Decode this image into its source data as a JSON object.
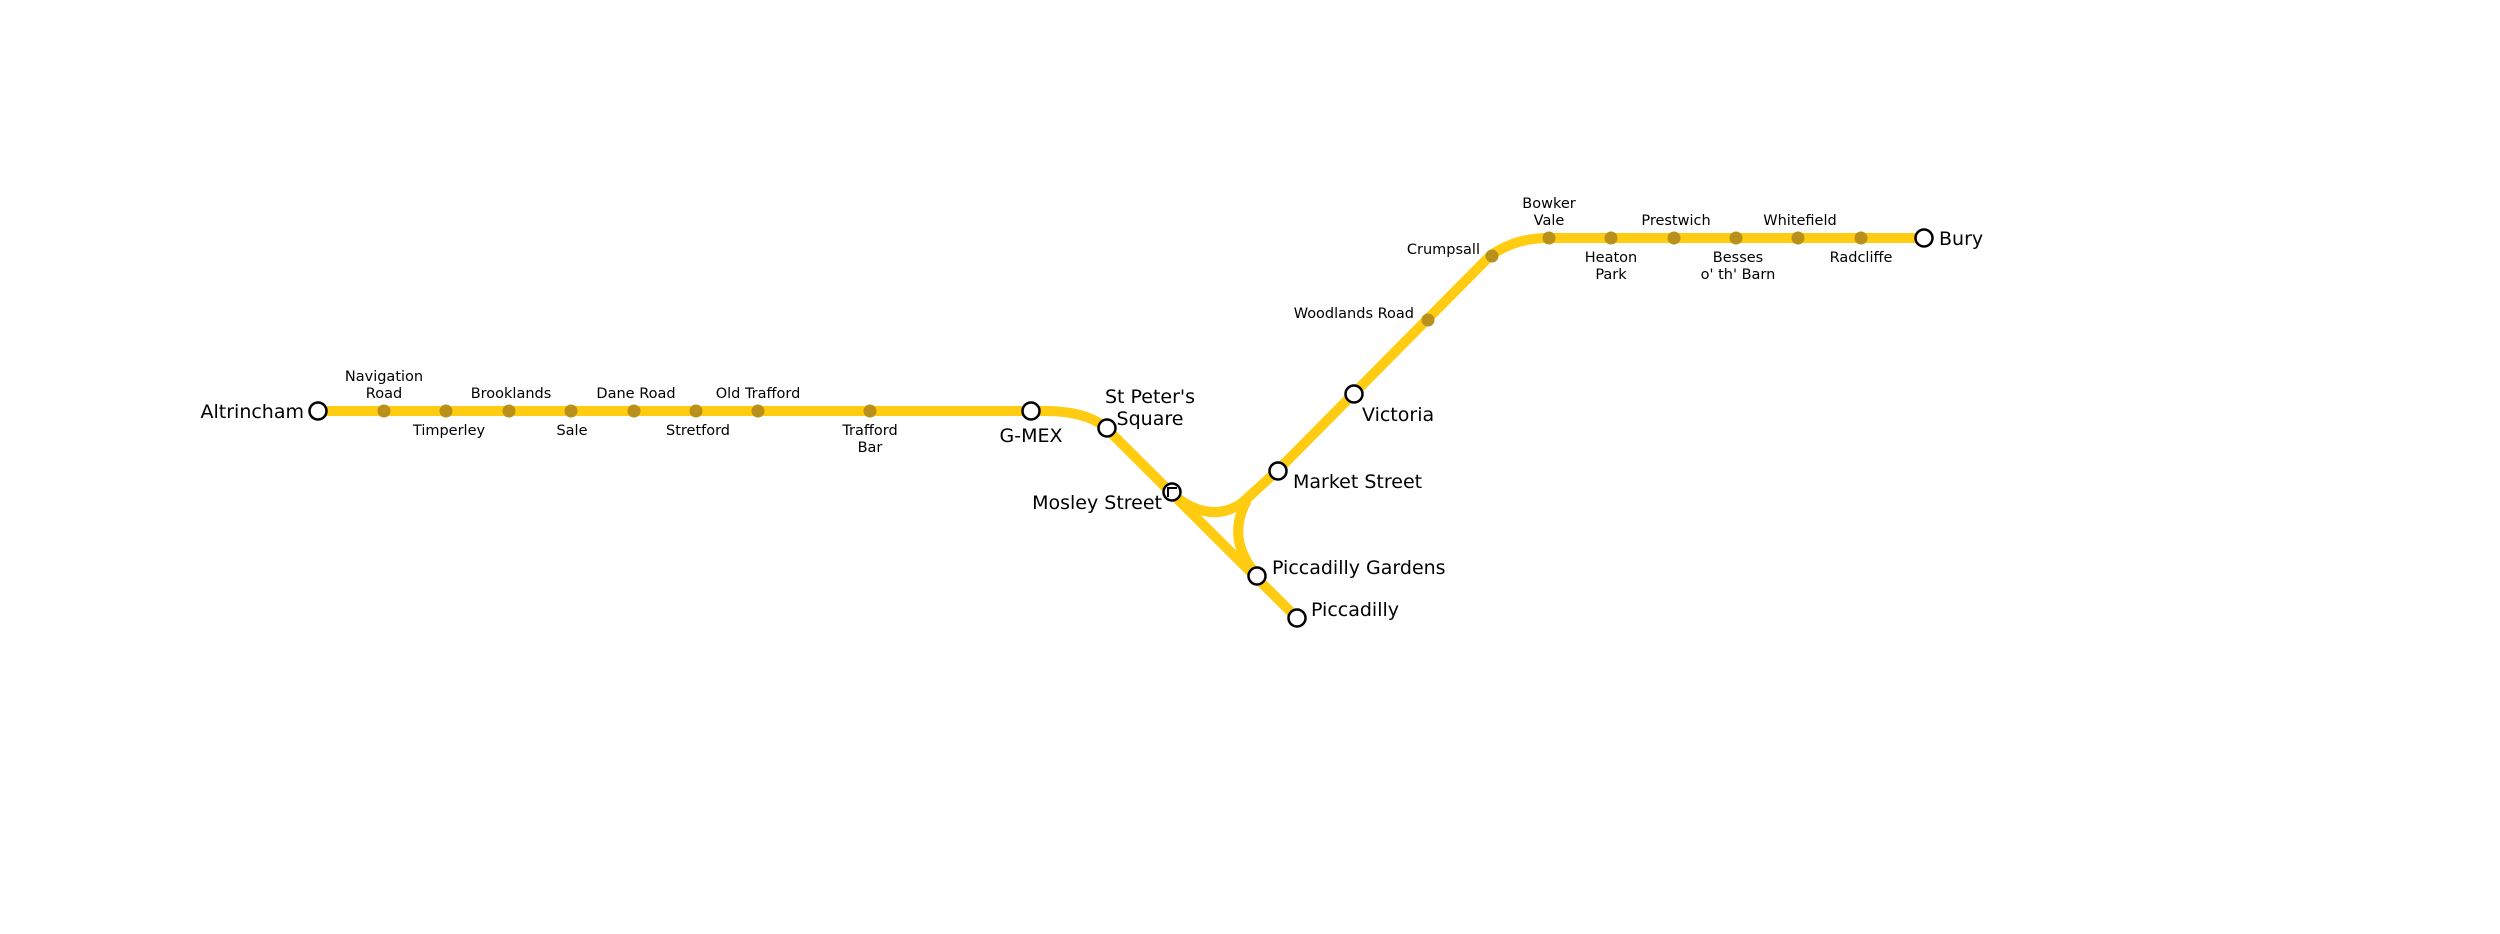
{
  "map": {
    "line_color": "#FFCC11",
    "minor_stop_color": "#B8901A",
    "major_stop_fill": "#FFFFFF",
    "major_stop_stroke": "#000000"
  },
  "stations": {
    "altrincham": {
      "lines": [
        "Altrincham"
      ]
    },
    "navigation_road": {
      "lines": [
        "Navigation",
        "Road"
      ]
    },
    "timperley": {
      "lines": [
        "Timperley"
      ]
    },
    "brooklands": {
      "lines": [
        "Brooklands"
      ]
    },
    "sale": {
      "lines": [
        "Sale"
      ]
    },
    "dane_road": {
      "lines": [
        "Dane Road"
      ]
    },
    "stretford": {
      "lines": [
        "Stretford"
      ]
    },
    "old_trafford": {
      "lines": [
        "Old Trafford"
      ]
    },
    "trafford_bar": {
      "lines": [
        "Trafford",
        "Bar"
      ]
    },
    "g_mex": {
      "lines": [
        "G-MEX"
      ]
    },
    "st_peters_square": {
      "lines": [
        "St Peter's",
        "Square"
      ]
    },
    "mosley_street": {
      "lines": [
        "Mosley Street"
      ]
    },
    "piccadilly_gardens": {
      "lines": [
        "Piccadilly Gardens"
      ]
    },
    "piccadilly": {
      "lines": [
        "Piccadilly"
      ]
    },
    "market_street": {
      "lines": [
        "Market Street"
      ]
    },
    "victoria": {
      "lines": [
        "Victoria"
      ]
    },
    "woodlands_road": {
      "lines": [
        "Woodlands Road"
      ]
    },
    "crumpsall": {
      "lines": [
        "Crumpsall"
      ]
    },
    "bowker_vale": {
      "lines": [
        "Bowker",
        "Vale"
      ]
    },
    "heaton_park": {
      "lines": [
        "Heaton",
        "Park"
      ]
    },
    "prestwich": {
      "lines": [
        "Prestwich"
      ]
    },
    "besses_o_th_barn": {
      "lines": [
        "Besses",
        "o' th' Barn"
      ]
    },
    "whitefield": {
      "lines": [
        "Whitefield"
      ]
    },
    "radcliffe": {
      "lines": [
        "Radcliffe"
      ]
    },
    "bury": {
      "lines": [
        "Bury"
      ]
    }
  }
}
